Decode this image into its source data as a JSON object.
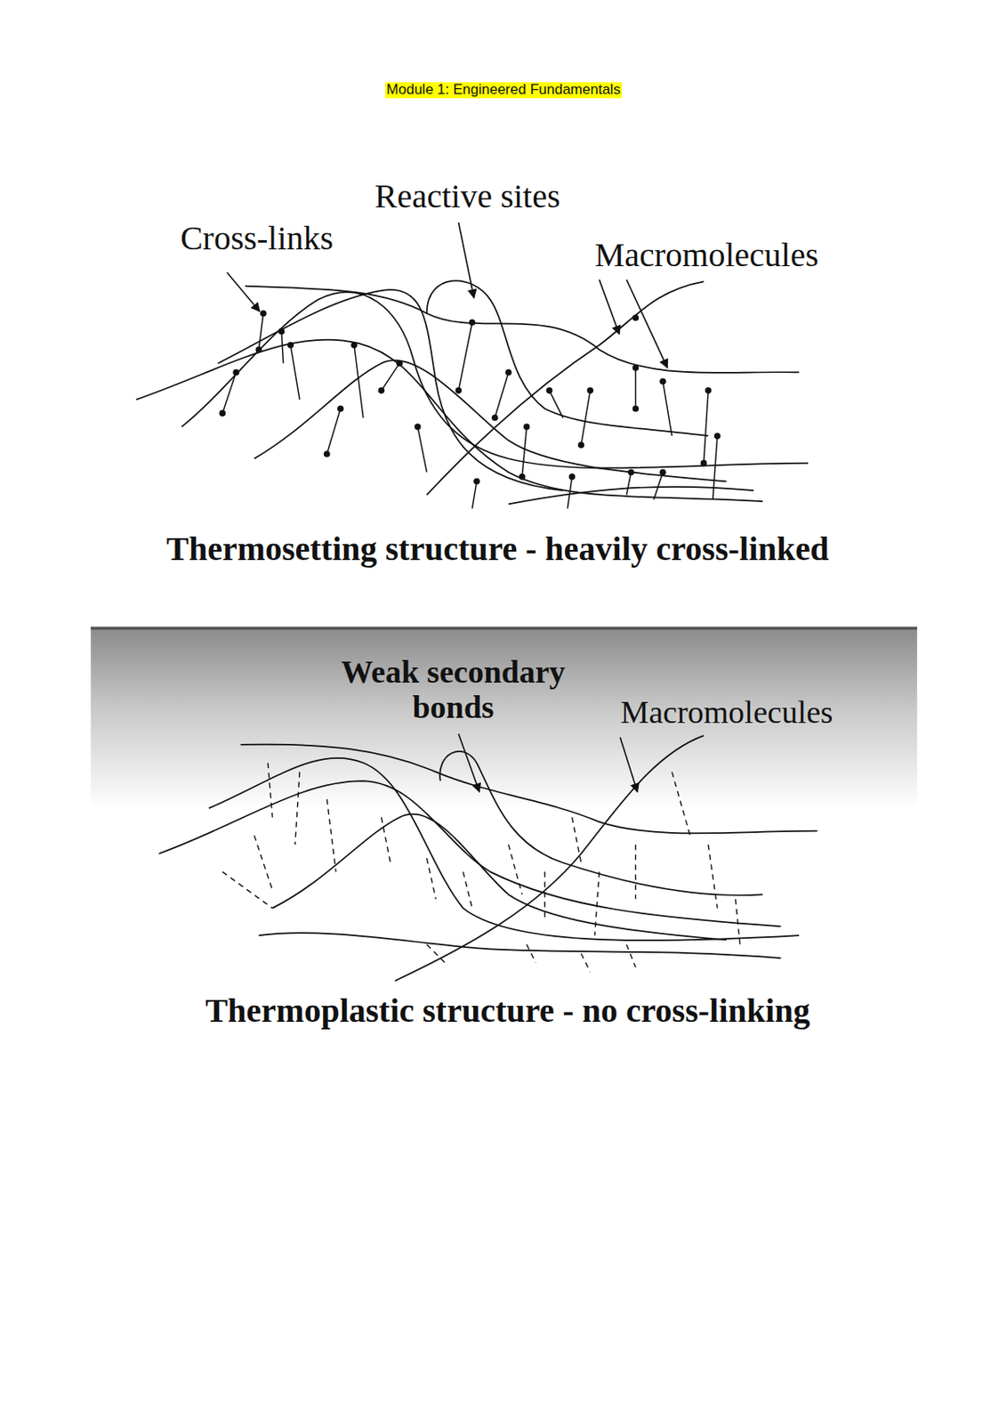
{
  "diagram": {
    "title": "Module 1: Engineered Fundamentals",
    "labels": [
      "Reactive sites",
      "Cross-links",
      "Macromolecules",
      "Thermosetting structure - heavily cross-linked",
      "Weak secondary bonds",
      "Macromolecules",
      "Thermoplastic structure - no cross-linking"
    ]
  }
}
